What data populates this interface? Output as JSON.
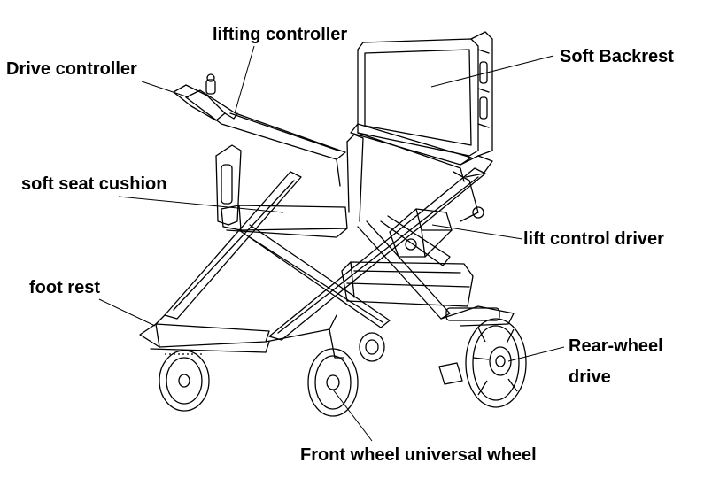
{
  "labels": {
    "lifting_controller": "lifting controller",
    "drive_controller": "Drive controller",
    "soft_backrest": "Soft Backrest",
    "soft_seat_cushion": "soft seat cushion",
    "lift_control_driver": "lift control driver",
    "foot_rest": "foot rest",
    "rear_wheel_drive_line1": "Rear-wheel",
    "rear_wheel_drive_line2": "drive",
    "front_wheel": "Front wheel universal wheel"
  },
  "colors": {
    "line": "#000000",
    "background": "#ffffff"
  }
}
